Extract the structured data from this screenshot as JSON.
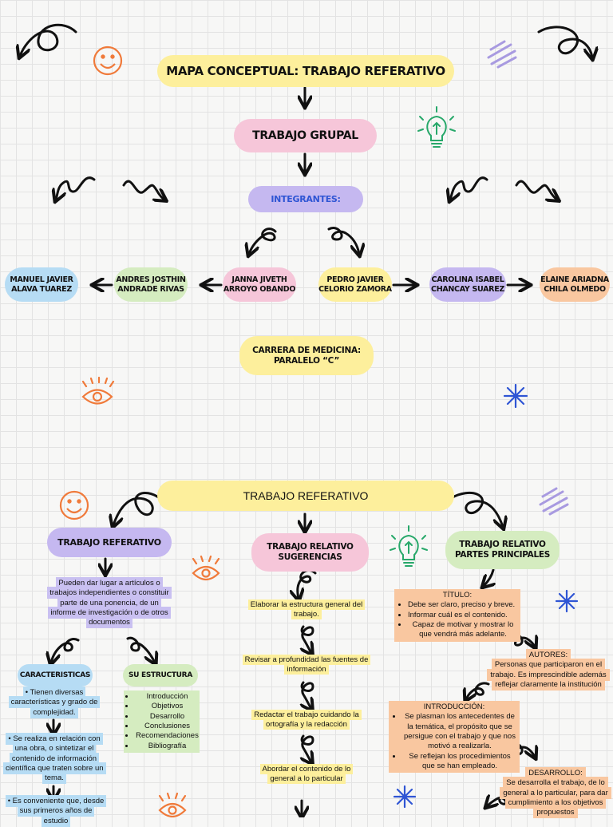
{
  "top": {
    "title": "MAPA CONCEPTUAL: TRABAJO REFERATIVO",
    "group": "TRABAJO GRUPAL",
    "members_label": "INTEGRANTES:",
    "members": [
      {
        "line1": "MANUEL JAVIER",
        "line2": "ALAVA TUAREZ",
        "color": "#b6dcf4"
      },
      {
        "line1": "ANDRES JOSTHIN",
        "line2": "ANDRADE RIVAS",
        "color": "#d5ecc0"
      },
      {
        "line1": "JANNA JIVETH",
        "line2": "ARROYO OBANDO",
        "color": "#f6c6d9"
      },
      {
        "line1": "PEDRO JAVIER",
        "line2": "CELORIO ZAMORA",
        "color": "#fdef9c"
      },
      {
        "line1": "CAROLINA ISABEL",
        "line2": "CHANCAY SUAREZ",
        "color": "#c5b8f0"
      },
      {
        "line1": "ELAINE ARIADNA",
        "line2": "CHILA OLMEDO",
        "color": "#f9c7a0"
      }
    ],
    "career_line1": "CARRERA DE MEDICINA:",
    "career_line2": "PARALELO “C”"
  },
  "bottom": {
    "title": "TRABAJO REFERATIVO",
    "left": {
      "header": "TRABAJO REFERATIVO",
      "intro": "Pueden dar lugar a artículos o trabajos independientes o constituir parte de una ponencia, de un informe de investigación o de otros documentos",
      "characteristics_header": "CARACTERISTICAS",
      "characteristics": [
        "• Tienen diversas características y grado de complejidad.",
        "• Se realiza en relación con una obra, o sintetizar el contenido de información científica que traten sobre un tema.",
        "• Es conveniente que, desde sus primeros años de estudio"
      ],
      "structure_header": "SU ESTRUCTURA",
      "structure": [
        "Introducción",
        "Objetivos",
        "Desarrollo",
        "Conclusiones",
        "Recomendaciones",
        "Bibliografía"
      ]
    },
    "middle": {
      "header": "TRABAJO RELATIVO SUGERENCIAS",
      "steps": [
        "Elaborar la estructura general del trabajo.",
        "Revisar a profundidad las fuentes de información",
        "Redactar el trabajo cuidando la ortografía y la redacción",
        "Abordar el contenido de lo general a lo particular"
      ]
    },
    "right": {
      "header": "TRABAJO RELATIVO PARTES PRINCIPALES",
      "titulo_label": "TÍTULO:",
      "titulo_items": [
        "Debe ser claro, preciso y breve.",
        "Informar cuál es el contenido.",
        "Capaz de motivar y mostrar lo que vendrá más adelante."
      ],
      "autores_label": "AUTORES:",
      "autores_text": "Personas que participaron en el trabajo. Es imprescindible además reflejar claramente la institución",
      "intro_label": "INTRODUCCIÓN:",
      "intro_items": [
        "Se plasman los antecedentes de la temática, el propósito que se persigue con el trabajo y que nos motivó a realizarla.",
        "Se reflejan los procedimientos que se han empleado."
      ],
      "desarrollo_label": "DESARROLLO:",
      "desarrollo_text": "Se desarrolla el trabajo, de lo general a lo particular, para dar cumplimiento a los objetivos propuestos"
    }
  },
  "colors": {
    "yellow": "#fdef9c",
    "pink": "#f6c6d9",
    "lavender": "#c5b8f0",
    "green": "#d5ecc0",
    "blue": "#b6dcf4",
    "peach": "#f9c7a0",
    "accent_blue": "#2f55d4",
    "accent_orange": "#f07a3a"
  },
  "icons": [
    "smiley-icon",
    "lightbulb-icon",
    "eye-icon",
    "asterisk-icon",
    "squiggle-icon",
    "curly-arrow-icon"
  ]
}
